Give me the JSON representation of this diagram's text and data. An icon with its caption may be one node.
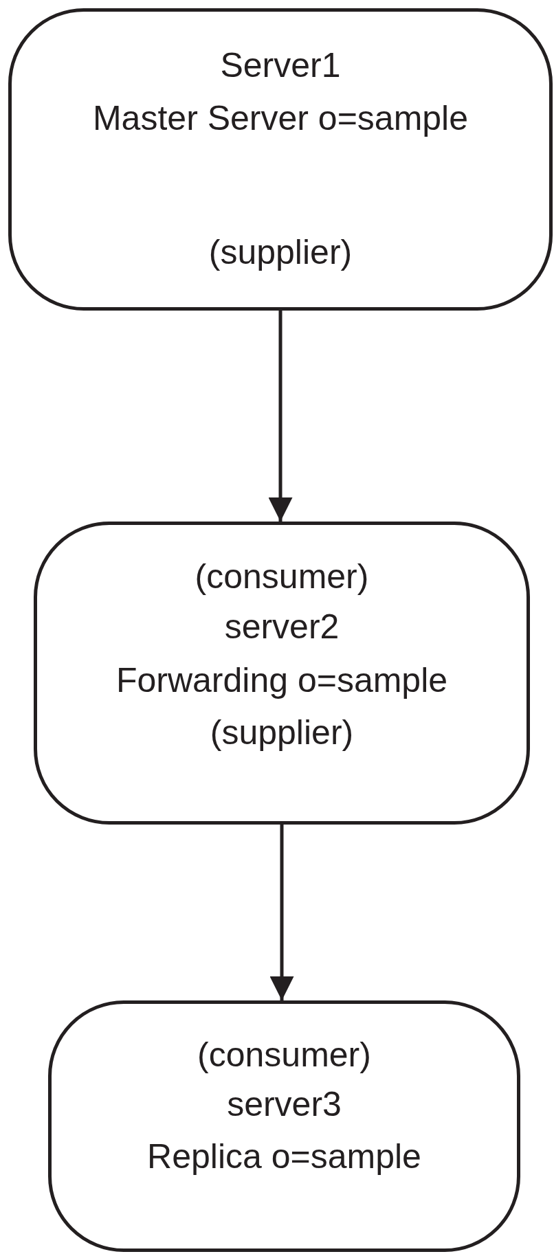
{
  "diagram": {
    "nodes": [
      {
        "text": [
          "Server1",
          "Master Server o=sample",
          "(supplier)"
        ]
      },
      {
        "text": [
          "(consumer)",
          "server2",
          "Forwarding o=sample",
          "(supplier)"
        ]
      },
      {
        "text": [
          "(consumer)",
          "server3",
          "Replica o=sample"
        ]
      }
    ],
    "edges": [
      {
        "from": 0,
        "to": 1,
        "arrow": "to"
      },
      {
        "from": 1,
        "to": 2,
        "arrow": "to"
      }
    ]
  }
}
